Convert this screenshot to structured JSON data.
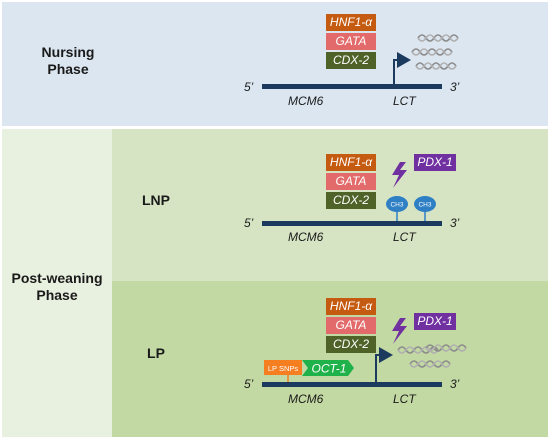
{
  "phases": {
    "nursing": "Nursing\nPhase",
    "post_weaning": "Post-weaning\nPhase"
  },
  "subphases": {
    "lnp": "LNP",
    "lp": "LP"
  },
  "factors": {
    "hnf1": "HNF1-α",
    "gata": "GATA",
    "cdx2": "CDX-2",
    "pdx1": "PDX-1",
    "oct1": "OCT-1",
    "lp_snps": "LP SNPs",
    "ch3": "CH3"
  },
  "genes": {
    "mcm6": "MCM6",
    "lct": "LCT",
    "five_prime": "5’",
    "three_prime": "3’"
  },
  "colors": {
    "nursing_bg": "#dbe6f1",
    "post_label_bg": "#e8f0df",
    "lnp_bg": "#d7e4c3",
    "lp_bg": "#c3d9a3",
    "dna": "#1b3a5e",
    "hnf1": "#c55a11",
    "gata": "#e26a6a",
    "cdx2": "#4f6228",
    "pdx1": "#7030a0",
    "oct1": "#1fb24a",
    "lp_snps": "#f47e20",
    "ch3": "#2e7fc4"
  }
}
